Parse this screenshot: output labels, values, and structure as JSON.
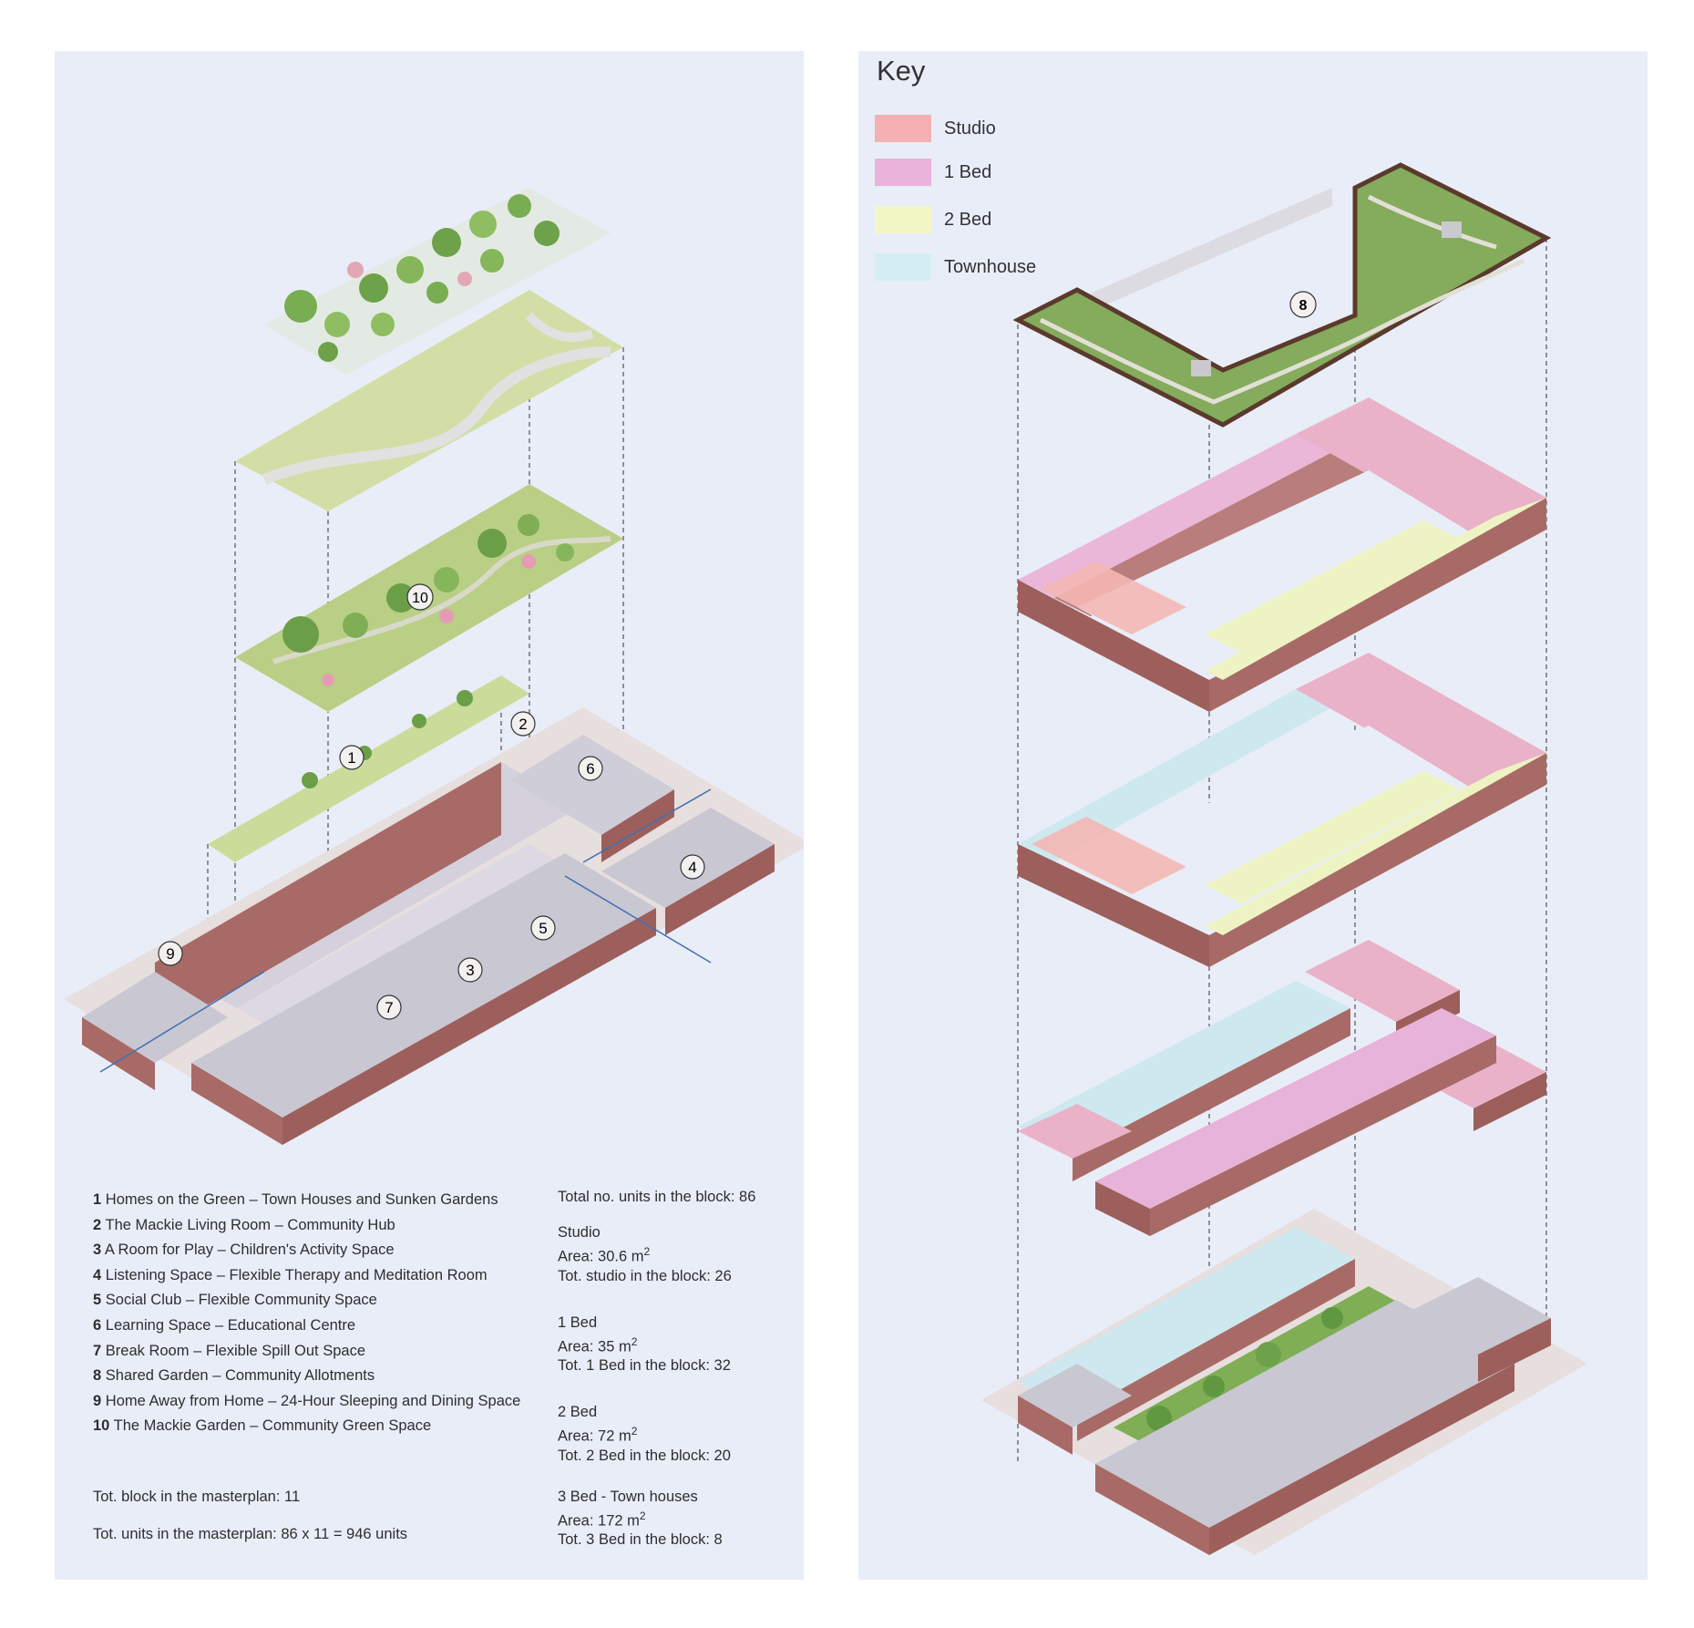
{
  "key": {
    "title": "Key",
    "items": [
      {
        "label": "Studio",
        "color": "#f5b0b3"
      },
      {
        "label": "1 Bed",
        "color": "#e9b3dc"
      },
      {
        "label": "2 Bed",
        "color": "#f3f7c6"
      },
      {
        "label": "Townhouse",
        "color": "#d2eef2"
      }
    ]
  },
  "markers": [
    "1",
    "2",
    "3",
    "4",
    "5",
    "6",
    "7",
    "8",
    "9",
    "10"
  ],
  "legend": [
    {
      "num": "1",
      "text": "Homes on the Green – Town Houses and Sunken Gardens"
    },
    {
      "num": "2",
      "text": "The Mackie Living Room – Community Hub"
    },
    {
      "num": "3",
      "text": "A Room for Play – Children's Activity Space"
    },
    {
      "num": "4",
      "text": "Listening Space – Flexible Therapy and Meditation Room"
    },
    {
      "num": "5",
      "text": "Social Club – Flexible Community Space"
    },
    {
      "num": "6",
      "text": "Learning Space – Educational Centre"
    },
    {
      "num": "7",
      "text": "Break Room – Flexible Spill Out Space"
    },
    {
      "num": "8",
      "text": "Shared Garden – Community Allotments"
    },
    {
      "num": "9",
      "text": "Home Away from Home – 24-Hour Sleeping and Dining Space"
    },
    {
      "num": "10",
      "text": "The Mackie Garden – Community Green Space"
    }
  ],
  "masterplan": {
    "blocks": "Tot. block in the masterplan: 11",
    "units": "Tot. units in the masterplan: 86 x 11 = 946 units"
  },
  "stats": {
    "total": "Total no. units in the block: 86",
    "studio": {
      "name": "Studio",
      "area": "Area: 30.6 m",
      "unit": "2",
      "count": "Tot. studio in the block: 26"
    },
    "one_bed": {
      "name": "1 Bed",
      "area": "Area: 35 m",
      "unit": "2",
      "count": "Tot. 1 Bed in the block: 32"
    },
    "two_bed": {
      "name": "2 Bed",
      "area": "Area: 72 m",
      "unit": "2",
      "count": "Tot. 2 Bed in the block: 20"
    },
    "three_bed": {
      "name": "3 Bed - Town houses",
      "area": "Area: 172 m",
      "unit": "2",
      "count": "Tot. 3 Bed in the block: 8"
    }
  },
  "colors": {
    "brick": "#a86a66",
    "grass": "#cfdc9e",
    "planting": "#7fae55",
    "floor": "#c9c7d2",
    "panel": "#e9edf8"
  }
}
